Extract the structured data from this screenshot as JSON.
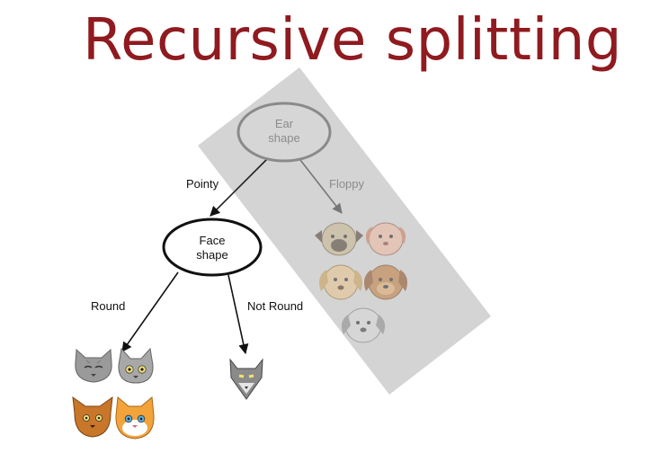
{
  "title": "Recursive splitting",
  "nodes": {
    "root": {
      "line1": "Ear",
      "line2": "shape"
    },
    "child": {
      "line1": "Face",
      "line2": "shape"
    }
  },
  "edges": {
    "pointy": "Pointy",
    "floppy": "Floppy",
    "round": "Round",
    "not_round": "Not Round"
  },
  "colors": {
    "title": "#8f1a1f",
    "highlight_band": "#d2d2d2",
    "faded": "#8c8c8c",
    "cat_gray": "#9a9a9a",
    "cat_orange": "#f2a33a",
    "cat_brown": "#c8762a",
    "dog_tan": "#e8c58a"
  },
  "icons": {
    "round_leaf": [
      "gray-tabby-cat-icon",
      "gray-cat-icon",
      "brown-cat-icon",
      "orange-cat-icon"
    ],
    "not_round_leaf": [
      "gray-pointy-cat-icon"
    ],
    "floppy_leaf": [
      "pug-dog-icon",
      "pink-dog-icon",
      "tan-dog-icon",
      "brown-dog-icon",
      "gray-dog-icon"
    ]
  }
}
